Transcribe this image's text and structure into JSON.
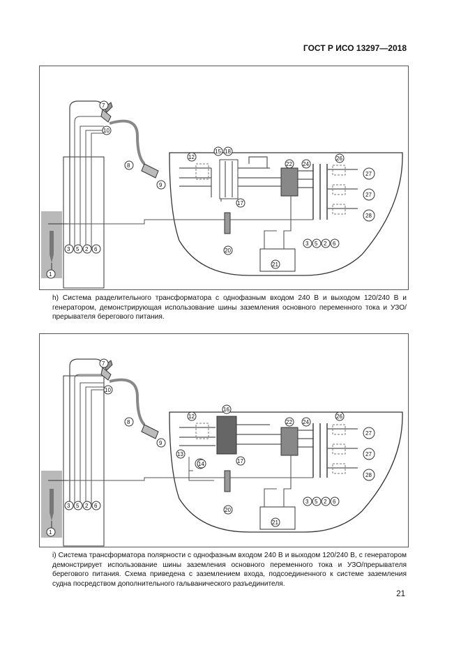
{
  "header": {
    "standard": "ГОСТ Р ИСО 13297—2018"
  },
  "figures": [
    {
      "id": "h",
      "markers": [
        "1",
        "3",
        "5",
        "2",
        "6",
        "7",
        "10",
        "8",
        "9",
        "12",
        "15",
        "18",
        "17",
        "20",
        "21",
        "22",
        "24",
        "26",
        "27",
        "27",
        "28",
        "3",
        "5",
        "2",
        "6"
      ],
      "caption": "h) Система разделительного трансформатора с однофазным входом 240 В и выходом 120/240 В и генератором, демонстрирующая использование шины заземления основного переменного тока и УЗО/прерывателя берегового питания."
    },
    {
      "id": "i",
      "markers": [
        "1",
        "3",
        "5",
        "2",
        "6",
        "7",
        "10",
        "8",
        "9",
        "12",
        "13",
        "14",
        "16",
        "17",
        "20",
        "21",
        "22",
        "24",
        "26",
        "27",
        "27",
        "28",
        "3",
        "5",
        "2",
        "6"
      ],
      "caption": "i) Система трансформатора полярности с однофазным входом 240 В и выходом 120/240 В, с генератором демонстрирует использование шины заземления основного переменного тока и УЗО/прерывателя берегового питания. Схема приведена с заземлением входа, подсоединенного к системе заземления судна посредством дополнительного гальванического разъединителя."
    }
  ],
  "page_number": "21"
}
